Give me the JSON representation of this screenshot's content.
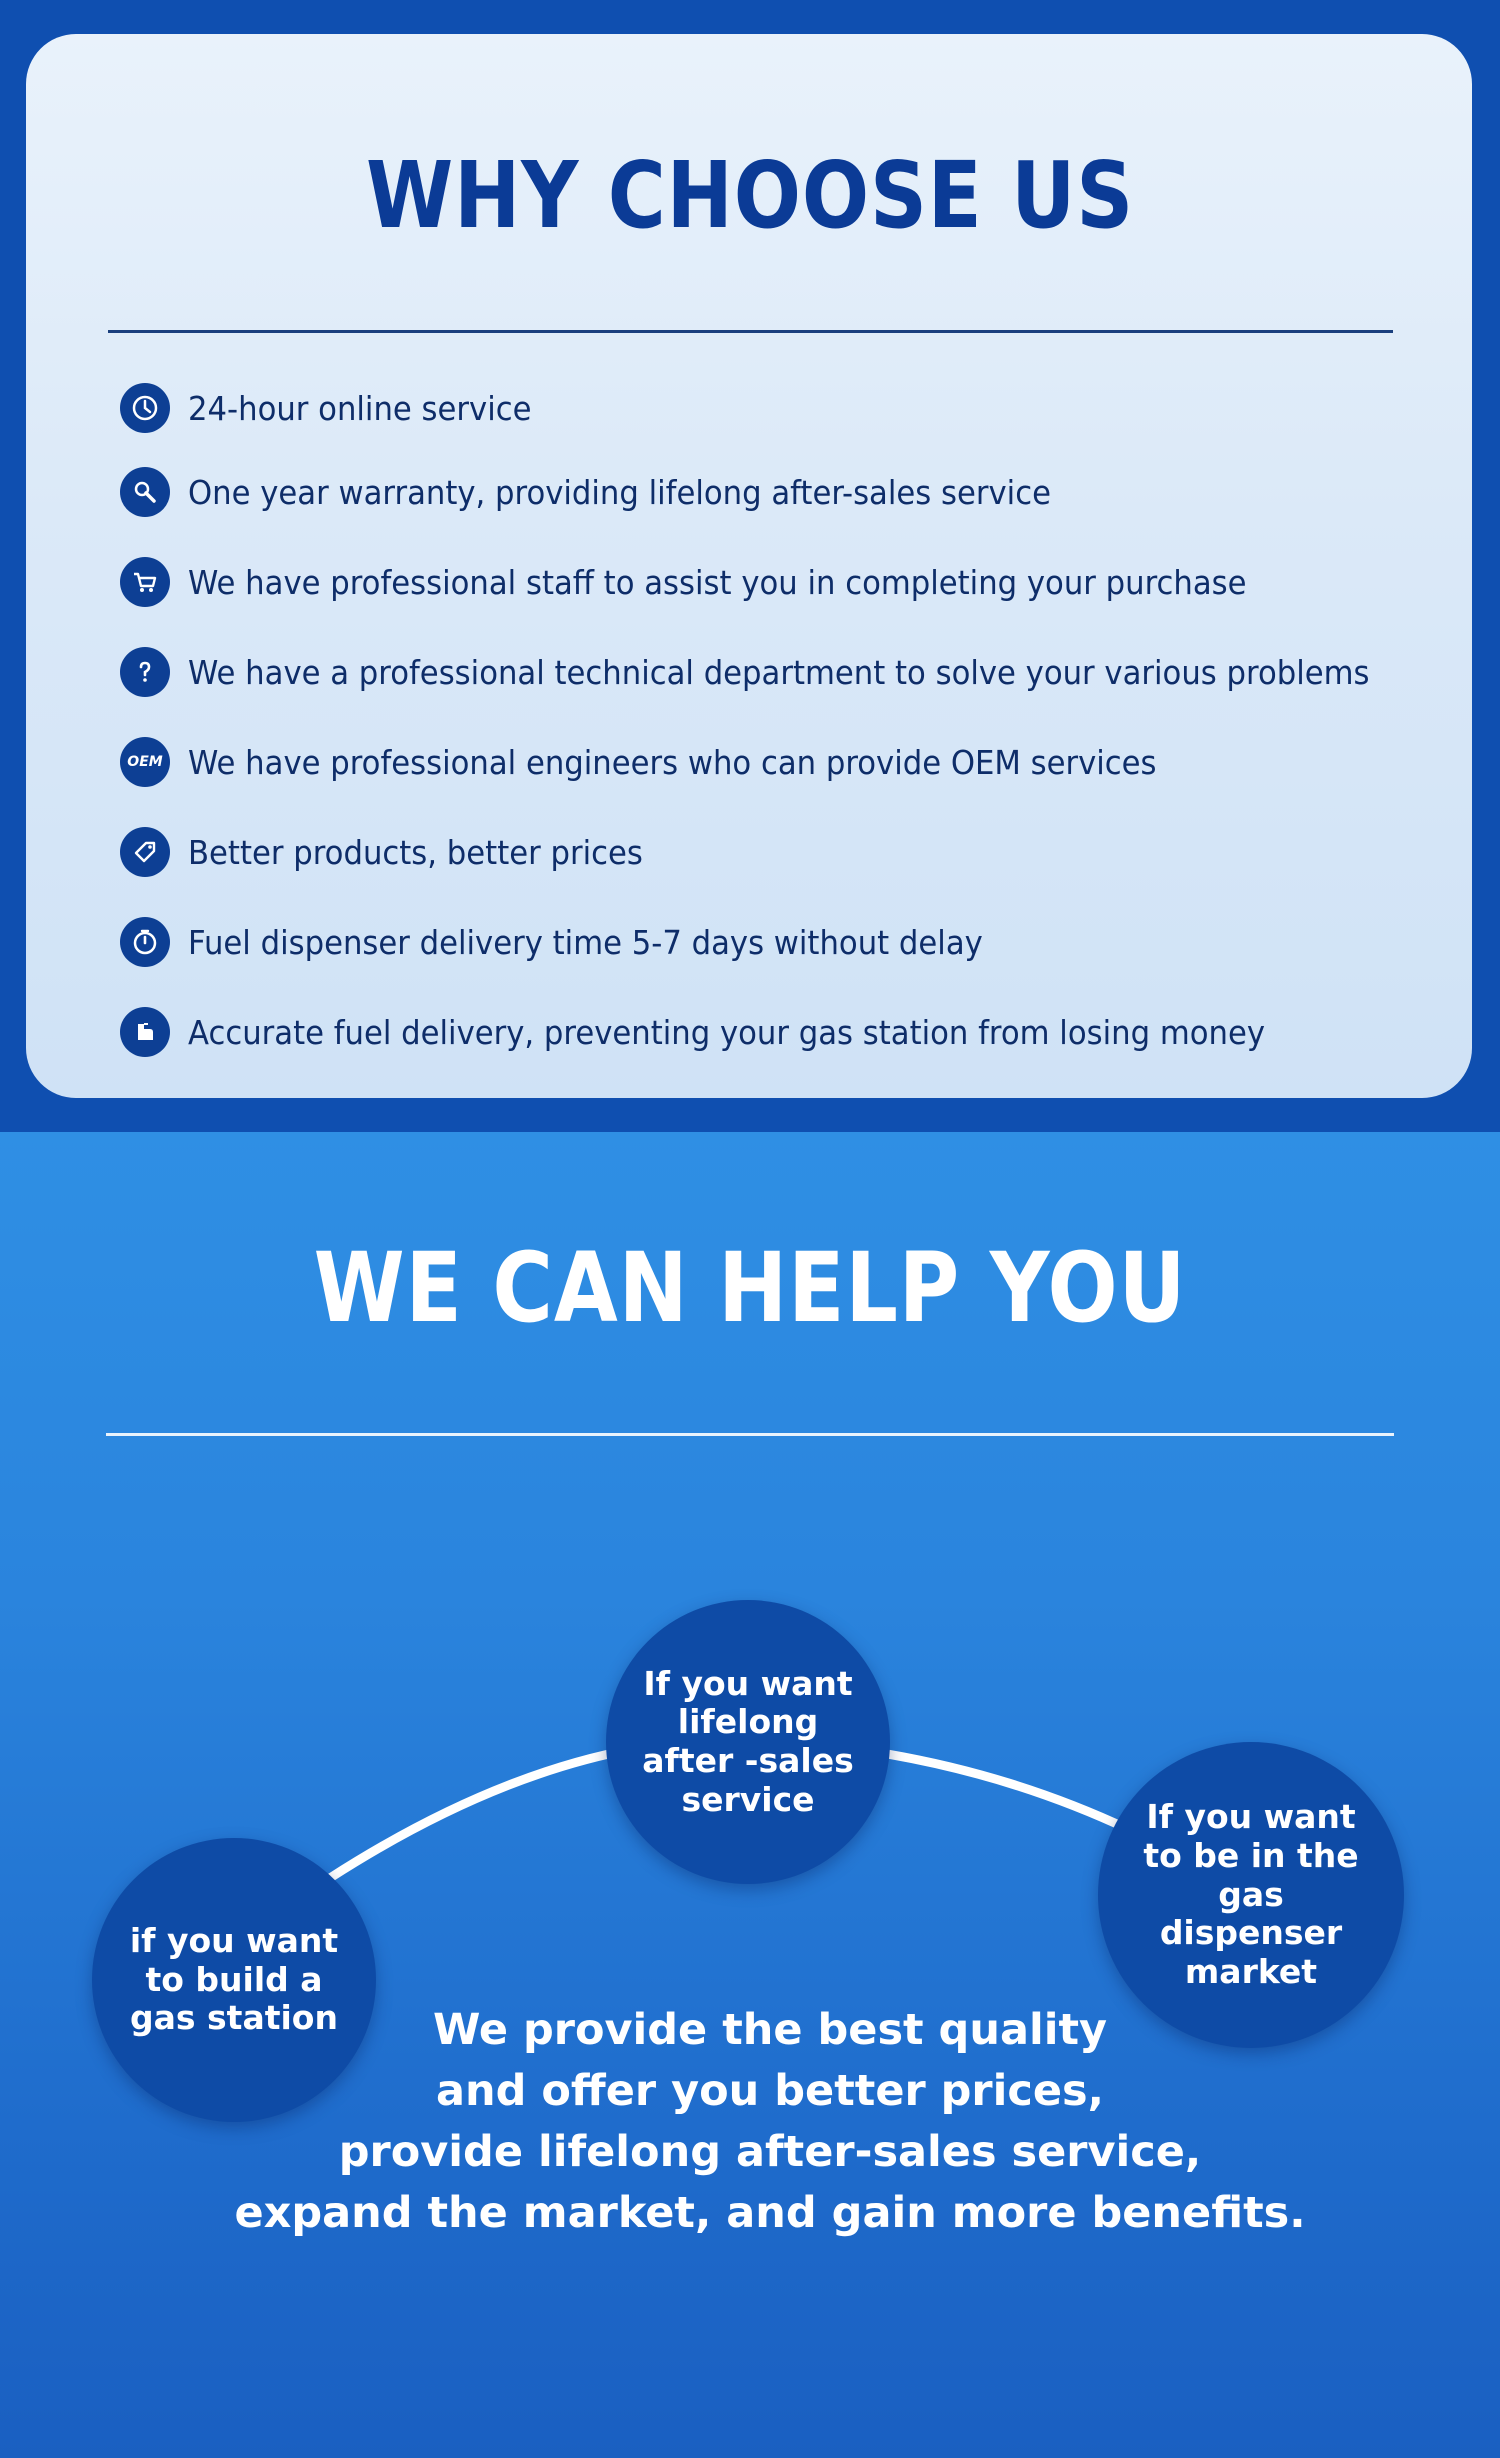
{
  "why_section": {
    "title": "WHY CHOOSE US",
    "features": [
      {
        "icon": "clock-icon",
        "text": "24-hour online service"
      },
      {
        "icon": "wrench-icon",
        "text": "One year warranty, providing lifelong after-sales service"
      },
      {
        "icon": "cart-icon",
        "text": "We have professional staff to assist you in completing your purchase"
      },
      {
        "icon": "question-icon",
        "text": "We have a professional technical department to solve your various problems"
      },
      {
        "icon": "oem-icon",
        "text": "We have professional engineers who can provide OEM services",
        "icon_label": "OEM"
      },
      {
        "icon": "price-tag-icon",
        "text": "Better products, better prices"
      },
      {
        "icon": "timer-icon",
        "text": "Fuel dispenser delivery time 5-7 days without delay"
      },
      {
        "icon": "fuel-nozzle-icon",
        "text": "Accurate fuel delivery, preventing your gas station from losing money"
      }
    ]
  },
  "help_section": {
    "title": "WE CAN HELP YOU",
    "bubbles": [
      {
        "text": "If you want lifelong after -sales service"
      },
      {
        "text": "If you want to be in the gas dispenser market"
      },
      {
        "text": "if you want to build a gas station"
      }
    ],
    "summary": [
      "We provide the best quality",
      "and offer you better prices,",
      "provide lifelong after-sales service,",
      "expand the market, and gain more benefits."
    ]
  },
  "colors": {
    "top_background": "#0f4fb0",
    "card_background": "#dbe9f8",
    "title_blue": "#0b3b96",
    "icon_blue": "#0d3f94",
    "bottom_background": "#2a84dd",
    "bubble_blue": "#0e4ba6"
  }
}
